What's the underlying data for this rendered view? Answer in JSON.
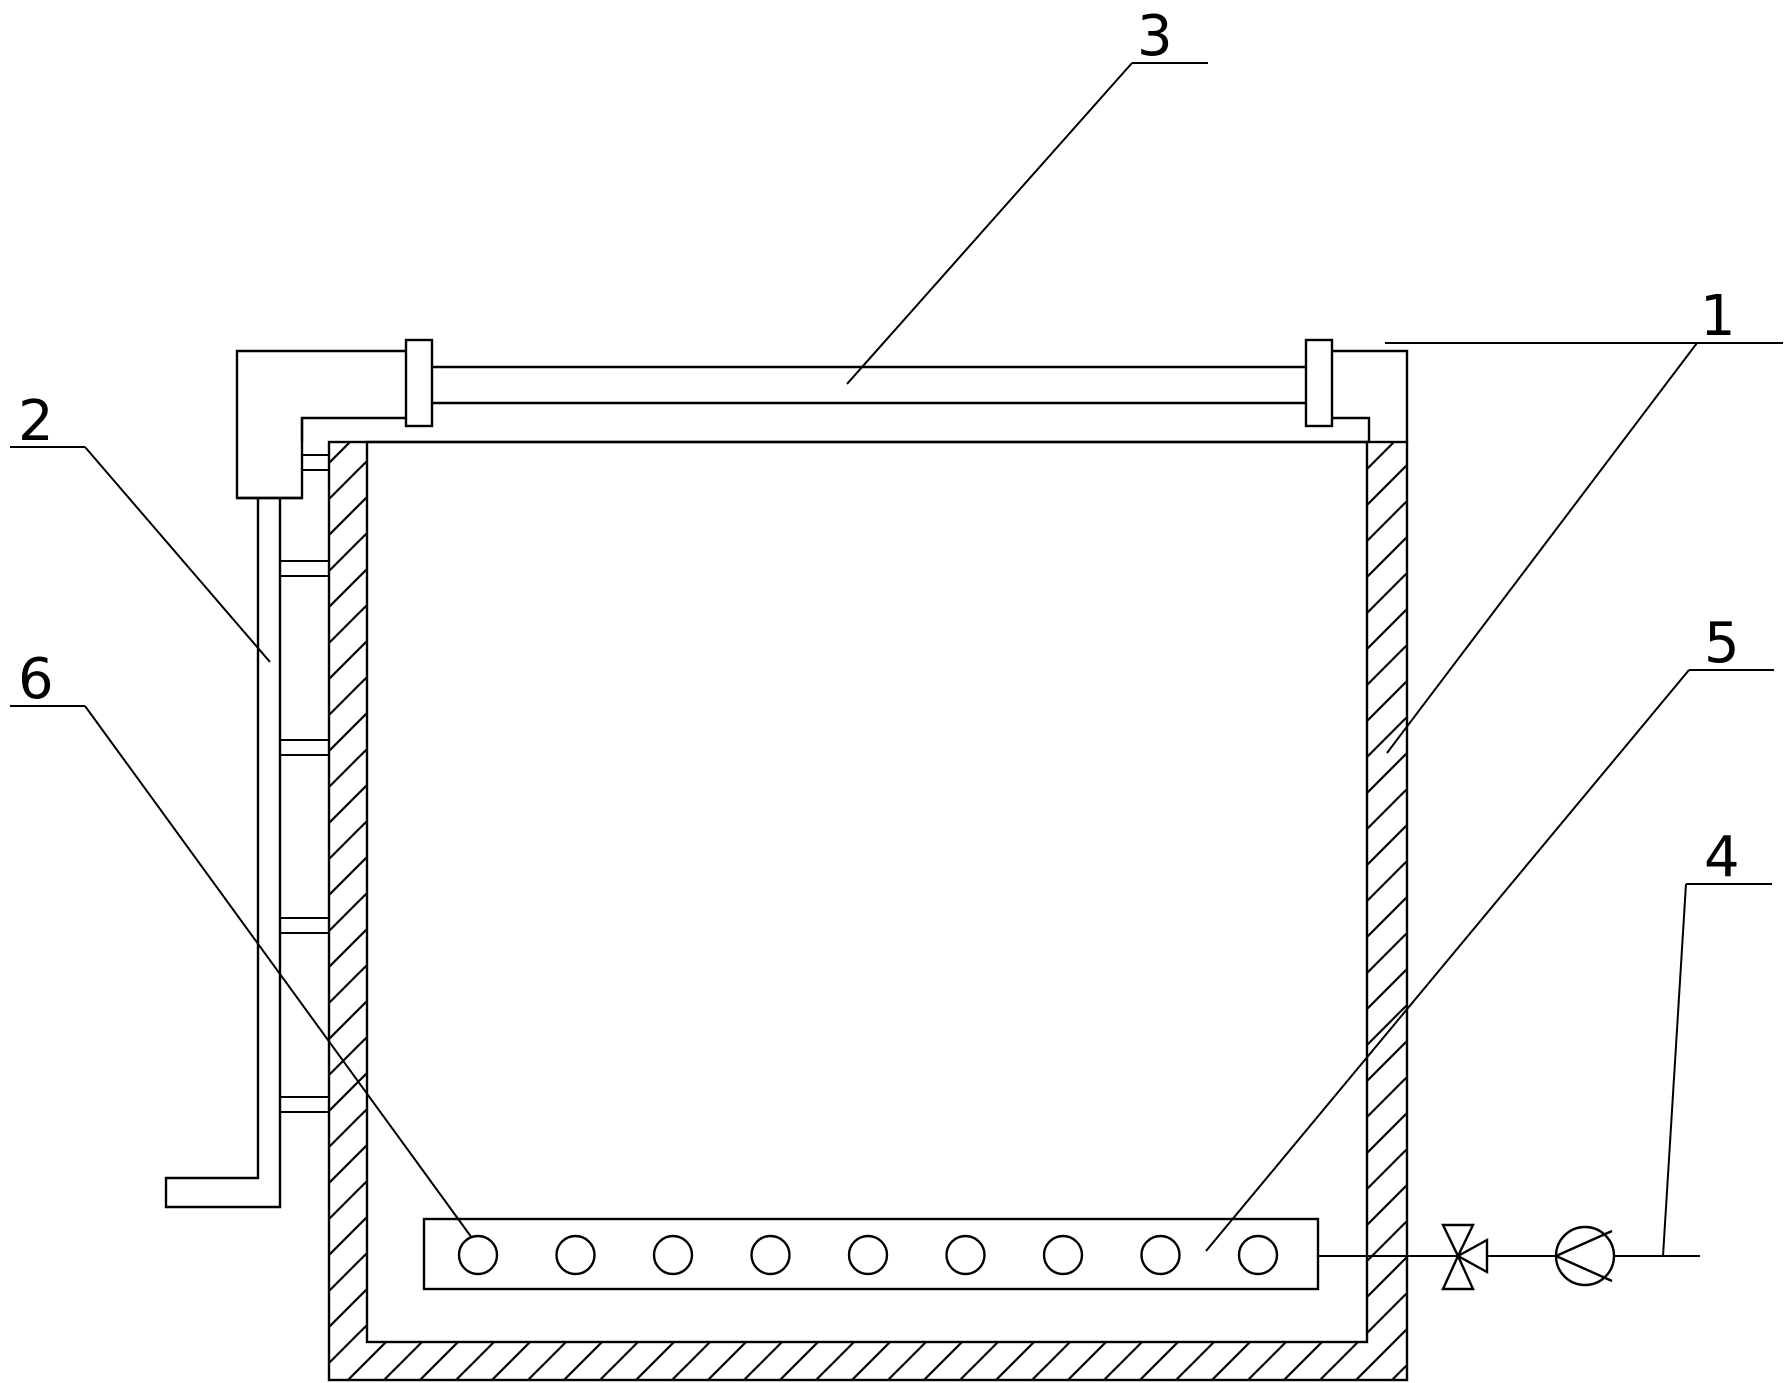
{
  "labels": [
    {
      "id": "1",
      "text": "1"
    },
    {
      "id": "2",
      "text": "2"
    },
    {
      "id": "3",
      "text": "3"
    },
    {
      "id": "4",
      "text": "4"
    },
    {
      "id": "5",
      "text": "5"
    },
    {
      "id": "6",
      "text": "6"
    }
  ],
  "aerator_hole_count": 9,
  "colors": {
    "line": "#000000",
    "background": "#ffffff"
  }
}
